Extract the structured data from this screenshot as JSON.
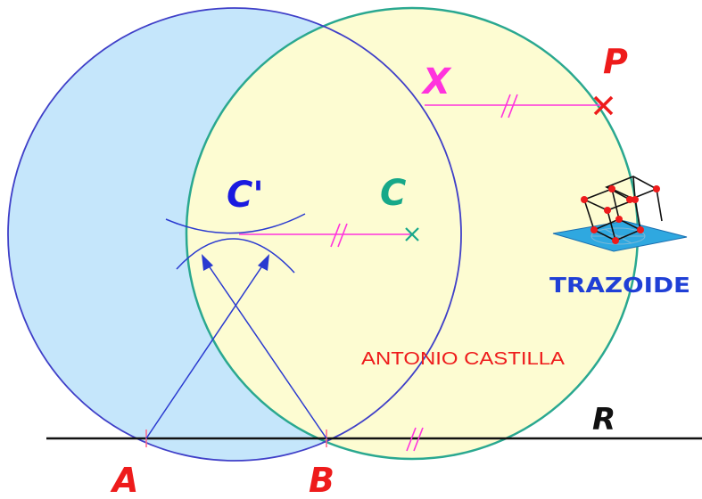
{
  "labels": {
    "point_a": "A",
    "point_b": "B",
    "point_c": "C",
    "point_c_prime": "C'",
    "point_x": "X",
    "point_p": "P",
    "line_r": "R"
  },
  "credit": "ANTONIO CASTILLA",
  "logo_text": "TRAZOIDE",
  "colors": {
    "blue_circle_fill": "#c5e6fb",
    "blue_circle_stroke": "#3f3fc8",
    "yellow_circle_fill": "#fdfcd2",
    "green_circle_stroke": "#2aa890",
    "magenta": "#ff33dd",
    "red": "#ee1b1b",
    "construction_blue": "#2a3ad0",
    "label_blue": "#1a1ae0",
    "label_green": "#17a889",
    "logo_blue": "#1f3fd6"
  }
}
